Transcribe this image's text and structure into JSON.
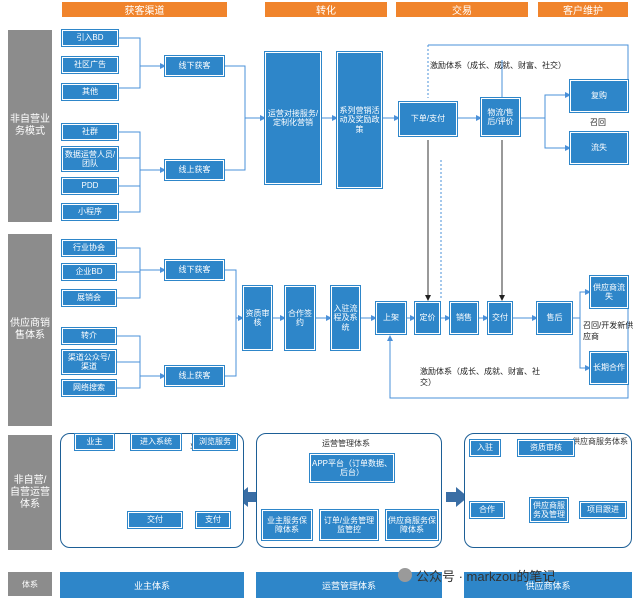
{
  "headers": [
    "获客渠道",
    "转化",
    "交易",
    "客户维护"
  ],
  "lanes": [
    "非自营业务模式",
    "供应商销售体系",
    "非自营/自营运营体系"
  ],
  "nodes": {
    "n1": "引入BD",
    "n2": "社区广告",
    "n3": "其他",
    "n4": "社群",
    "n5": "数据运营人员/团队",
    "n6": "PDD",
    "n7": "小程序",
    "n8": "线下获客",
    "n9": "线上获客",
    "n10": "运营对接服务/定制化营销",
    "n11": "系列营销活动及奖励政策",
    "n12": "下单/支付",
    "n13": "物流/售后/评价",
    "n14": "复购",
    "n15": "流失",
    "n16": "行业协会",
    "n17": "企业BD",
    "n18": "展销会",
    "n19": "转介",
    "n20": "渠道公众号/渠道",
    "n21": "网络搜索",
    "n22": "线下获客",
    "n23": "线上获客",
    "n24": "资质审核",
    "n25": "合作签约",
    "n26": "入驻流程及系统",
    "n27": "上架",
    "n28": "定价",
    "n29": "销售",
    "n30": "交付",
    "n31": "售后",
    "n32": "供应商流失",
    "n33": "长期合作"
  },
  "notes": {
    "incentive_top": "激励体系（成长、成就、财富、社交）",
    "return_label": "召回",
    "recall_supplier": "召回/开发新供应商",
    "incentive_bottom": "激励体系（成长、成就、财富、社交）"
  },
  "panels": {
    "left": {
      "title": "业主服务体系",
      "boxes": [
        "业主",
        "进入系统",
        "浏览服务",
        "支付",
        "交付"
      ]
    },
    "middle": {
      "title": "运营管理体系",
      "boxes": [
        "APP平台（订单数据、后台）",
        "业主服务保障体系",
        "订单/业务管理监管控",
        "供应商服务保障体系"
      ]
    },
    "right": {
      "title": "供应商服务体系",
      "boxes": [
        "入驻",
        "资质审核",
        "合作",
        "供应商服务及管理",
        "项目跟进"
      ]
    }
  },
  "footer": {
    "left": "体系",
    "blocks": [
      "业主体系",
      "运营管理体系",
      "供应商体系"
    ],
    "watermark": "公众号 · markzou的笔记"
  },
  "colors": {
    "box": "#2e86c9",
    "header": "#f0842c",
    "lane": "#8c8c8c",
    "line": "#4a90d9"
  }
}
